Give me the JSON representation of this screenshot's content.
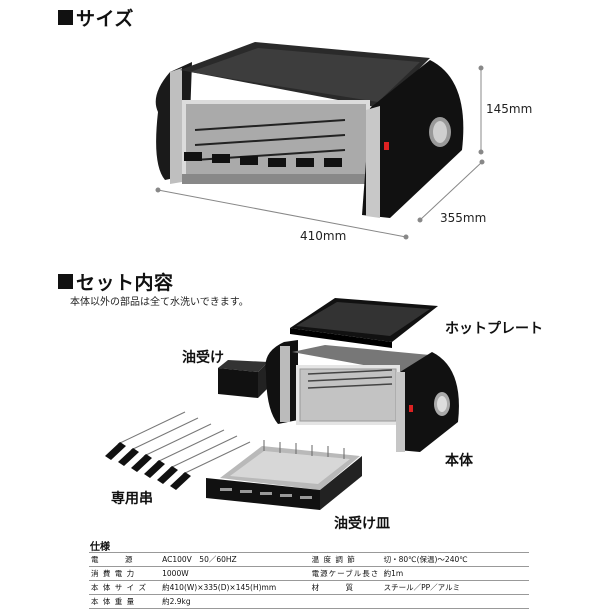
{
  "size_section": {
    "title": "サイズ",
    "height": "145mm",
    "depth": "355mm",
    "width": "410mm"
  },
  "set_section": {
    "title": "セット内容",
    "note": "本体以外の部品は全て水洗いできます。",
    "parts": {
      "hot_plate": "ホットプレート",
      "oil_tray": "油受け",
      "body": "本体",
      "skewers": "専用串",
      "oil_pan": "油受け皿"
    }
  },
  "spec": {
    "title": "仕様",
    "rows": [
      {
        "k1": "電　　　源",
        "v1": "AC100V　50／60HZ",
        "k2": "温 度 調 節",
        "v2": "切・80℃(保温)～240℃"
      },
      {
        "k1": "消 費 電 力",
        "v1": "1000W",
        "k2": "電源ケーブル長さ",
        "v2": "約1m"
      },
      {
        "k1": "本 体 サ イ ズ",
        "v1": "約410(W)×335(D)×145(H)mm",
        "k2": "材　　　質",
        "v2": "スチール／PP／アルミ"
      },
      {
        "k1": "本 体 重 量",
        "v1": "約2.9kg",
        "k2": "",
        "v2": ""
      }
    ]
  }
}
